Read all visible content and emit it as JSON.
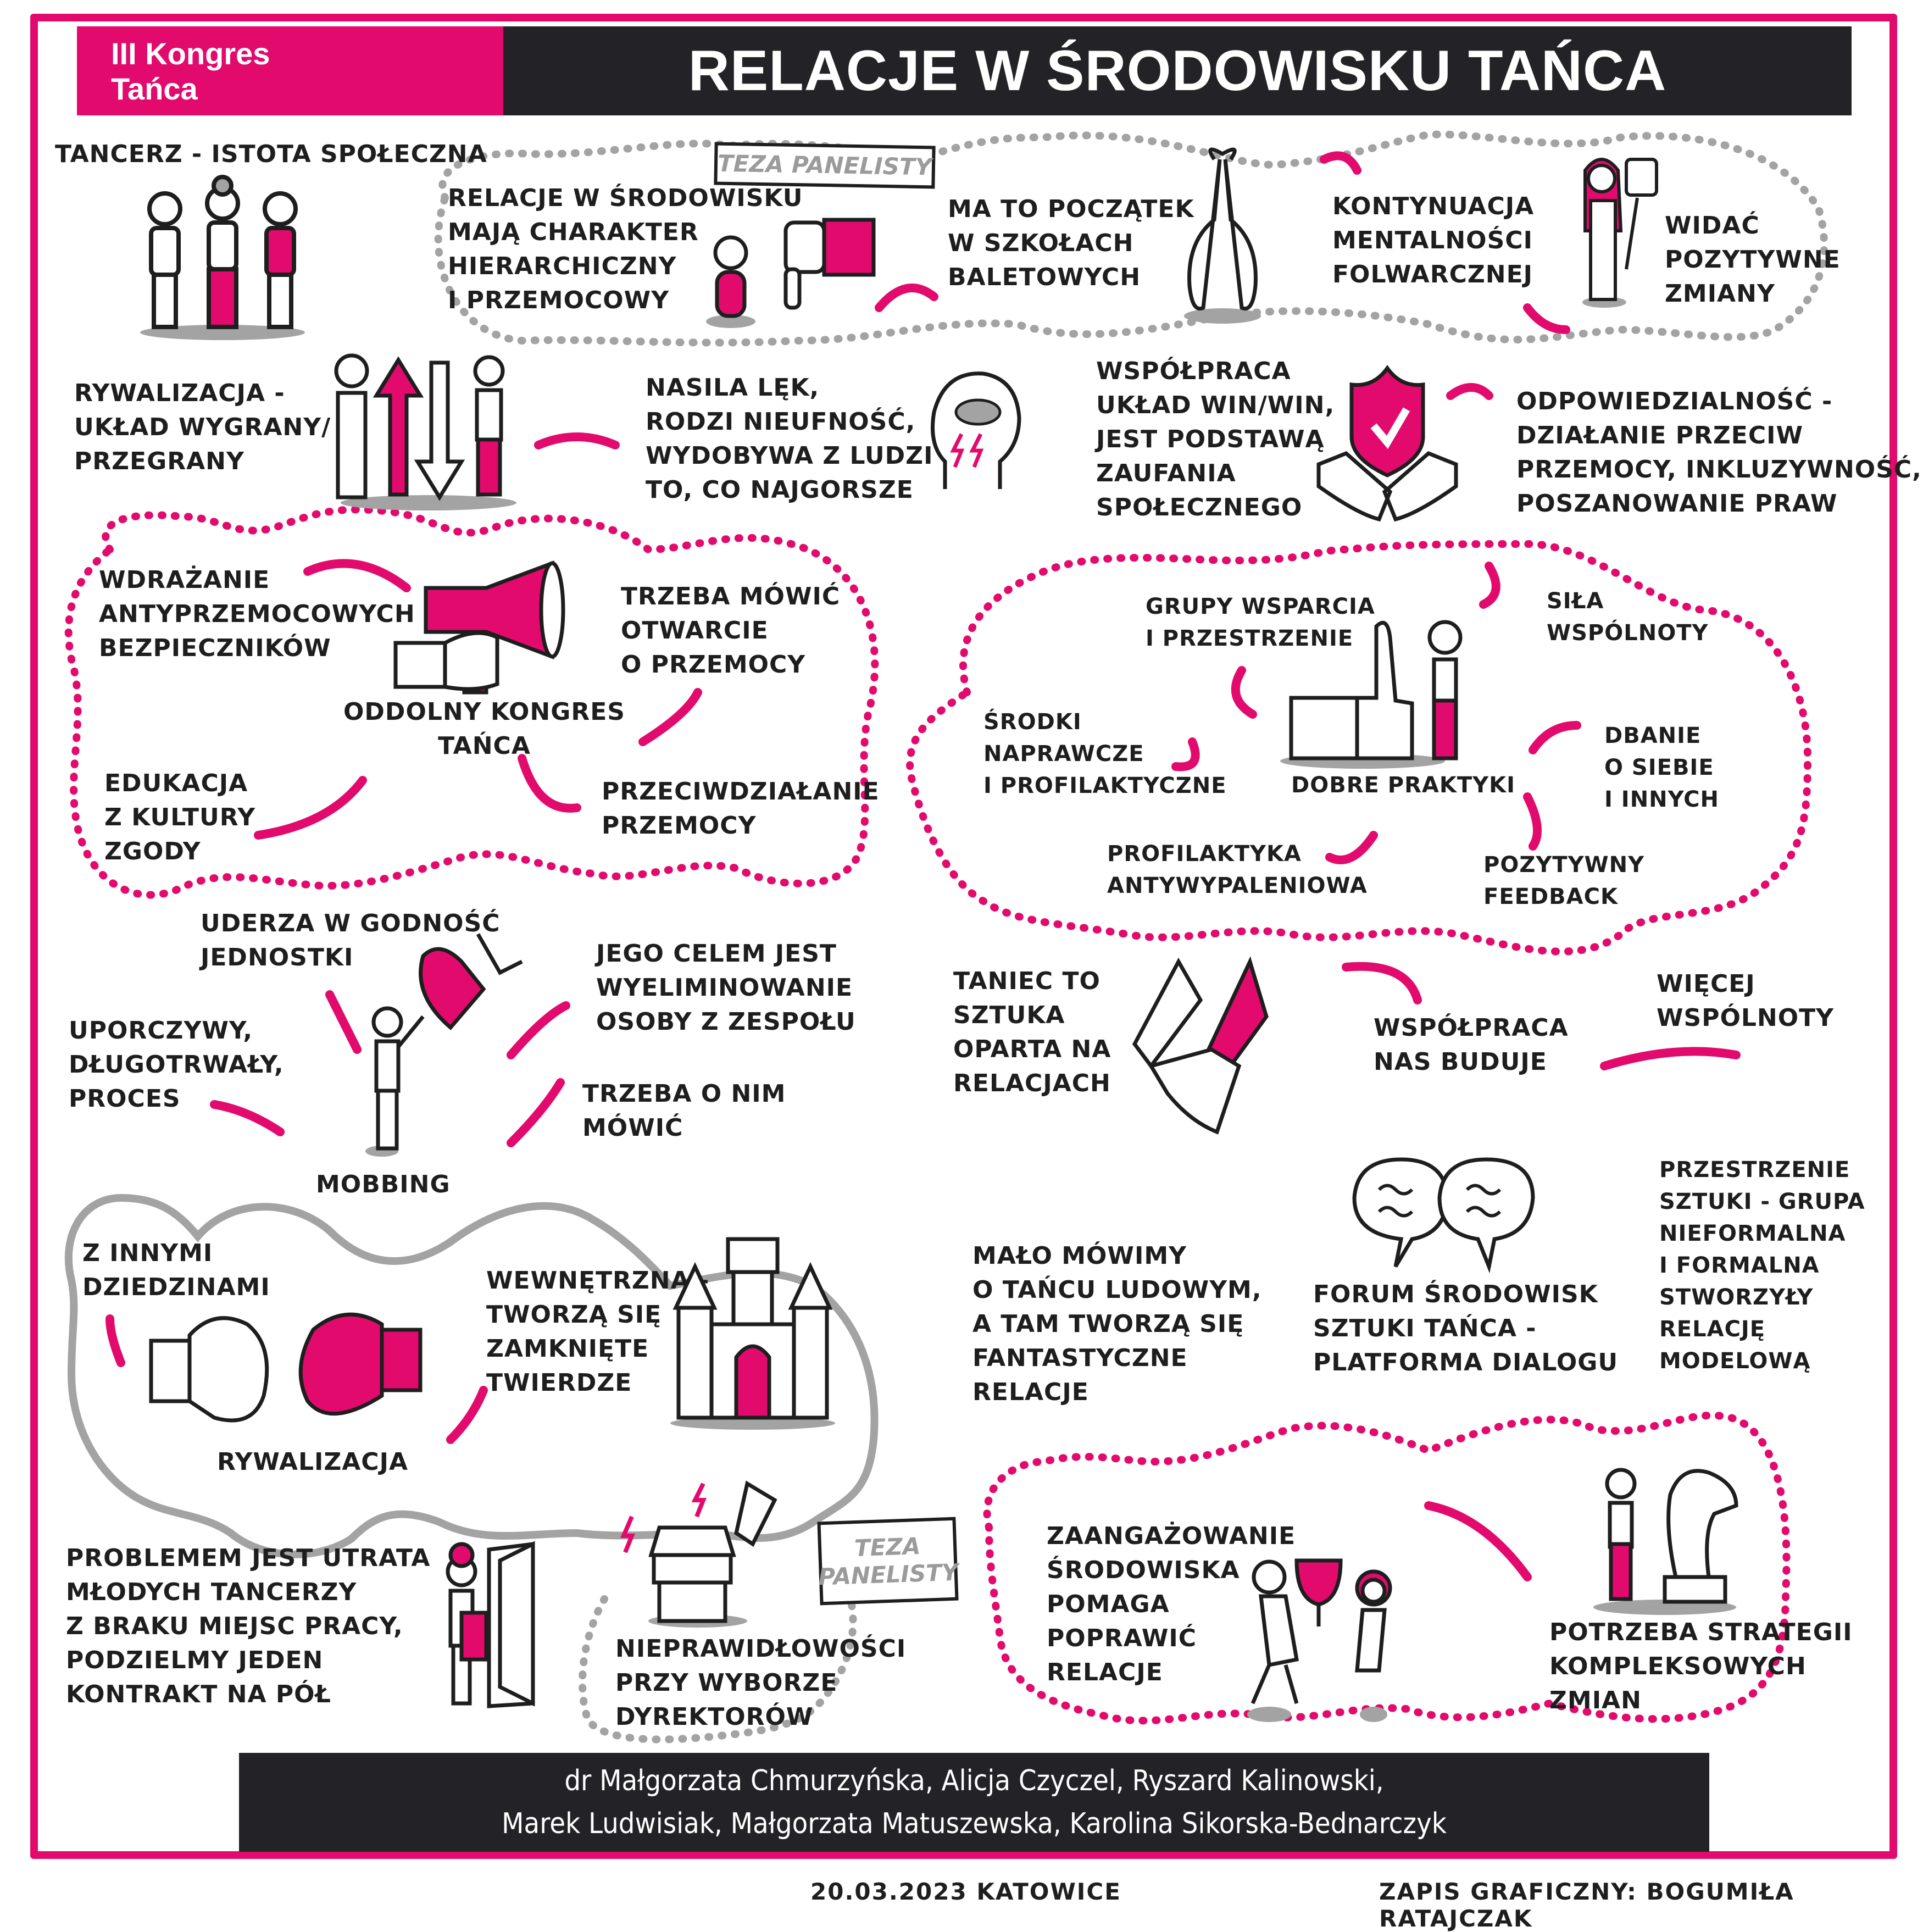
{
  "header": {
    "event_line1": "III Kongres",
    "event_line2": "Tańca",
    "title": "RELACJE W ŚRODOWISKU TAŃCA"
  },
  "colors": {
    "accent": "#e20a6d",
    "dark": "#232226",
    "gray": "#a3a3a3",
    "ink": "#1e1e1e"
  },
  "sections": {
    "dancer_social": "Tancerz - istota społeczna",
    "thesis_tag_1": "Teza panelisty",
    "relations_character": "Relacje w środowisku\nmają charakter\nhierarchiczny\ni przemocowy",
    "ballet_schools": "ma to początek\nw szkołach\nbaletowych",
    "manor_mentality": "kontynuacja\nmentalności\nfolwarcznej",
    "positive_changes": "widać\npozytywne\nzmiany",
    "rivalry_winlose": "Rywalizacja -\nukład wygrany/\nprzegrany",
    "fuels_fear": "nasila lęk,\nrodzi nieufność,\nwydobywa z ludzi\nto, co najgorsze",
    "cooperation_winwin": "Współpraca\nukład win/win,\njest podstawą\nzaufania\nspołecznego",
    "responsibility": "Odpowiedzialność -\ndziałanie przeciw\nprzemocy, inkluzywność,\nposzanowanie praw"
  },
  "congress_cloud": {
    "center": "Oddolny kongres\ntańca",
    "items": [
      "Wdrażanie\nantyprzemocowych\nbezpieczników",
      "Trzeba mówić\notwarcie\no przemocy",
      "Edukacja\nz kultury\nzgody",
      "Przeciwdziałanie\nprzemocy"
    ]
  },
  "good_practices_cloud": {
    "center": "Dobre praktyki",
    "items": [
      "Grupy wsparcia\ni przestrzenie",
      "Siła\nwspólnoty",
      "Środki\nnaprawcze\ni profilaktyczne",
      "Dbanie\no siebie\ni innych",
      "Profilaktyka\nantywypaleniowa",
      "Pozytywny\nfeedback"
    ]
  },
  "mobbing": {
    "center": "Mobbing",
    "items": [
      "Uderza w godność\njednostki",
      "Jego celem jest\nwyeliminowanie\nosoby z zespołu",
      "Uporczywy,\ndługotrwały,\nproces",
      "Trzeba o nim\nmówić"
    ]
  },
  "dance_relations": {
    "art_based": "Taniec to\nsztuka\noparta na\nrelacjach",
    "cooperation_builds": "Współpraca\nnas buduje",
    "more_community": "Więcej\nwspólnoty"
  },
  "rivalry_cloud": {
    "center": "Rywalizacja",
    "other_fields": "Z innymi\ndziedzinami",
    "internal": "Wewnętrzna -\ntworzą się\nzamknięte\ntwierdze"
  },
  "folk": "Mało mówimy\no tańcu ludowym,\na tam tworzą się\nfantastyczne\nrelacje",
  "forum": "Forum środowisk\nsztuki tańca -\nplatforma dialogu",
  "art_spaces": "Przestrzenie\nsztuki - grupa\nnieformalna\ni formalna\nstworzyły\nrelację\nmodelową",
  "young_dancers": "Problemem jest utrata\nmłodych tancerzy\nz braku miejsc pracy,\npodzielmy jeden\nkontrakt na pół",
  "thesis_tag_2": "Teza\npanelisty",
  "directors": "Nieprawidłowości\nprzy wyborze\ndyrektorów",
  "engagement": "Zaangażowanie\nśrodowiska\npomaga\npoprawić\nrelacje",
  "strategy": "Potrzeba strategii\nkompleksowych\nzmian",
  "footer": {
    "panelists_line1": "dr Małgorzata Chmurzyńska, Alicja Czyczel, Ryszard Kalinowski,",
    "panelists_line2": "Marek Ludwisiak, Małgorzata Matuszewska, Karolina Sikorska-Bednarczyk",
    "date_place": "20.03.2023  Katowice",
    "credit": "Zapis graficzny: Bogumiła Ratajczak"
  },
  "icons": [
    "three-people-icon",
    "thumbs-down-icon",
    "sad-child-icon",
    "ballet-shoes-icon",
    "woman-thumbs-up-icon",
    "winner-loser-arrows-icon",
    "head-storm-icon",
    "shield-handshake-icon",
    "megaphone-icon",
    "thumbs-up-woman-icon",
    "kick-boot-icon",
    "handshake-icon",
    "speech-bubbles-icon",
    "boxing-gloves-icon",
    "castle-icon",
    "person-door-icon",
    "ballot-box-icon",
    "trophy-people-icon",
    "chess-knight-icon",
    "curved-arrow-icon"
  ]
}
